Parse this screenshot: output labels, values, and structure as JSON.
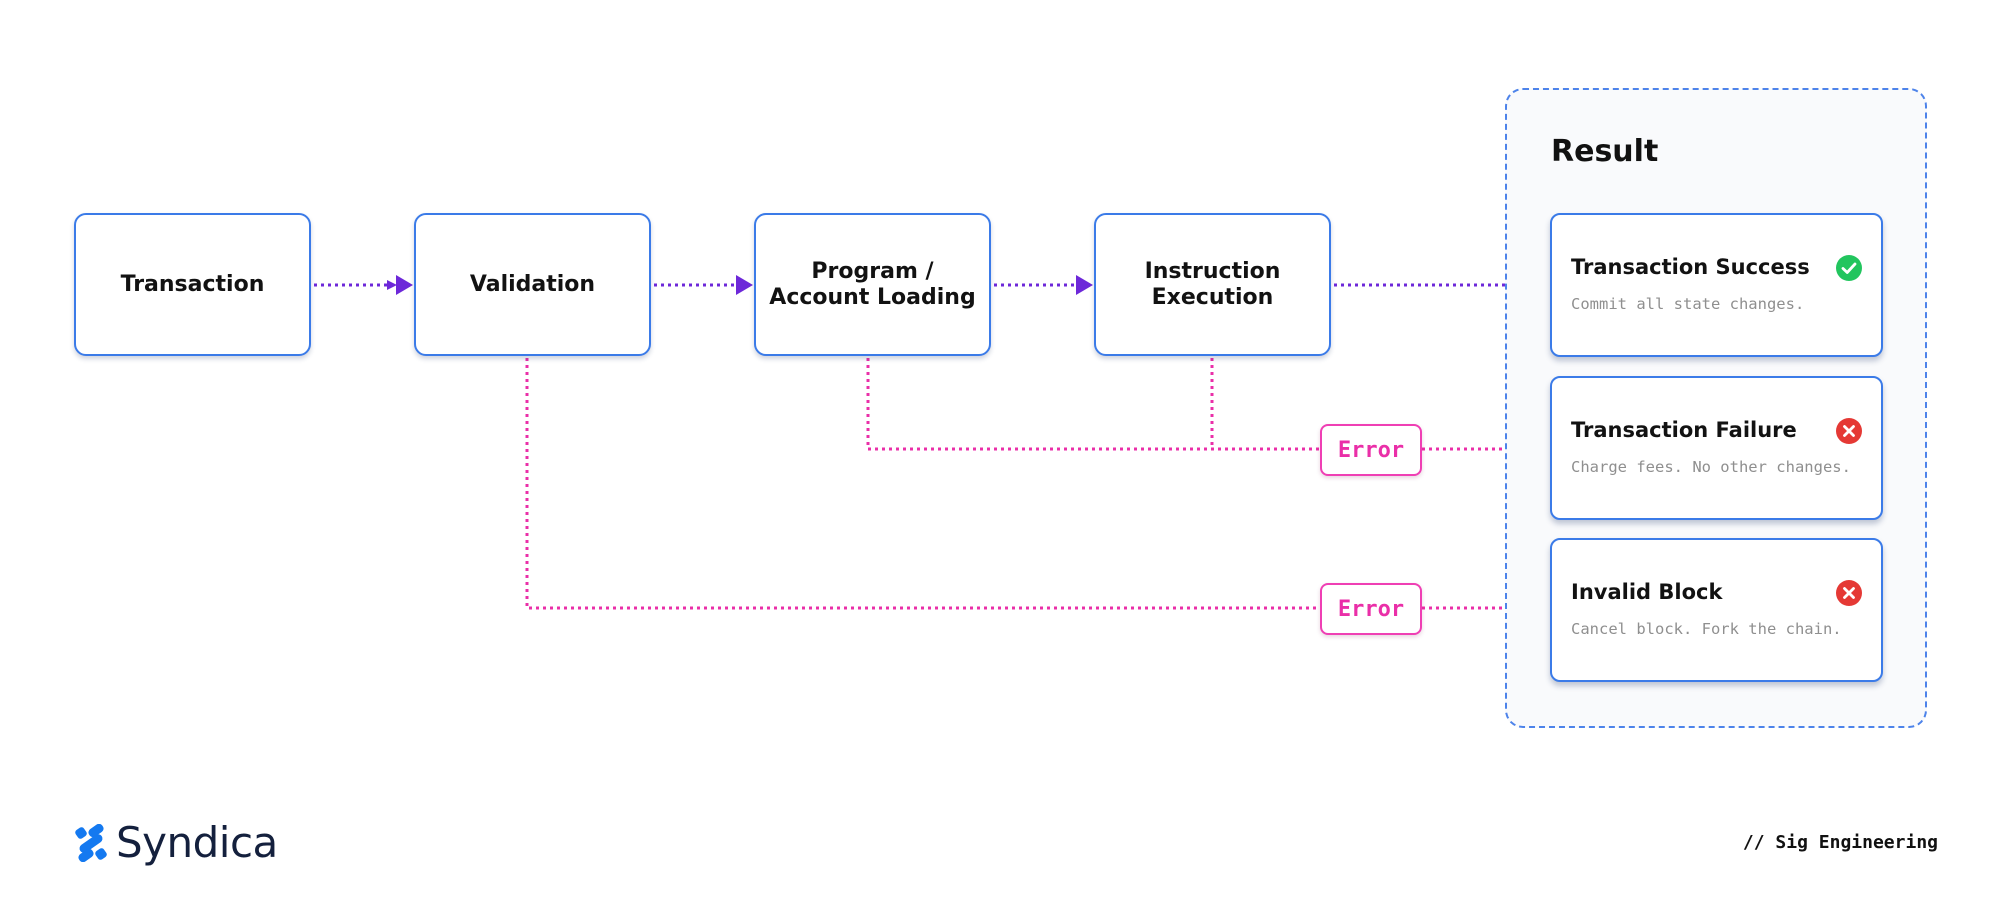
{
  "stages": [
    {
      "label": "Transaction"
    },
    {
      "label": "Validation"
    },
    {
      "label": "Program /\nAccount Loading"
    },
    {
      "label": "Instruction\nExecution"
    }
  ],
  "result": {
    "title": "Result",
    "cards": [
      {
        "title": "Transaction Success",
        "description": "Commit all state changes.",
        "status": "success",
        "icon": "check-circle-icon"
      },
      {
        "title": "Transaction Failure",
        "description": "Charge fees. No other changes.",
        "status": "failure",
        "icon": "x-circle-icon"
      },
      {
        "title": "Invalid Block",
        "description": "Cancel block. Fork the chain.",
        "status": "failure",
        "icon": "x-circle-icon"
      }
    ]
  },
  "errors": [
    {
      "label": "Error"
    },
    {
      "label": "Error"
    }
  ],
  "footer": {
    "brand": "Syndica",
    "tag": "// Sig Engineering"
  },
  "colors": {
    "box_border": "#3b7be8",
    "flow_arrow": "#6d28d9",
    "error_arrow": "#ea2fa8",
    "success": "#22c55e",
    "failure": "#e53935",
    "logo": "#1479f0"
  }
}
